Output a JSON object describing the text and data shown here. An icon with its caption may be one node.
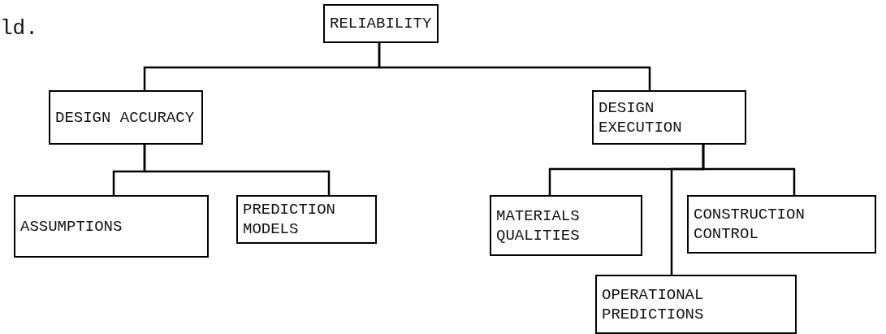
{
  "diagram": {
    "nodes": [
      {
        "text": [
          "RELIABILITY"
        ]
      },
      {
        "text": [
          "DESIGN ACCURACY"
        ]
      },
      {
        "text": [
          "DESIGN EXECUTION"
        ]
      },
      {
        "text": [
          "ASSUMPTIONS"
        ]
      },
      {
        "text": [
          "PREDICTION MODELS"
        ]
      },
      {
        "text": [
          "MATERIALS QUALITIES"
        ]
      },
      {
        "text": [
          "CONSTRUCTION CONTROL"
        ]
      },
      {
        "text": [
          "OPERATIONAL PREDICTIONS"
        ]
      }
    ],
    "edges": [
      {
        "from": 0,
        "to": 1,
        "arrow": "none"
      },
      {
        "from": 0,
        "to": 2,
        "arrow": "none"
      },
      {
        "from": 1,
        "to": 3,
        "arrow": "none"
      },
      {
        "from": 1,
        "to": 4,
        "arrow": "none"
      },
      {
        "from": 2,
        "to": 5,
        "arrow": "none"
      },
      {
        "from": 2,
        "to": 6,
        "arrow": "none"
      },
      {
        "from": 2,
        "to": 7,
        "arrow": "none"
      }
    ],
    "labels": [
      "ld."
    ]
  }
}
